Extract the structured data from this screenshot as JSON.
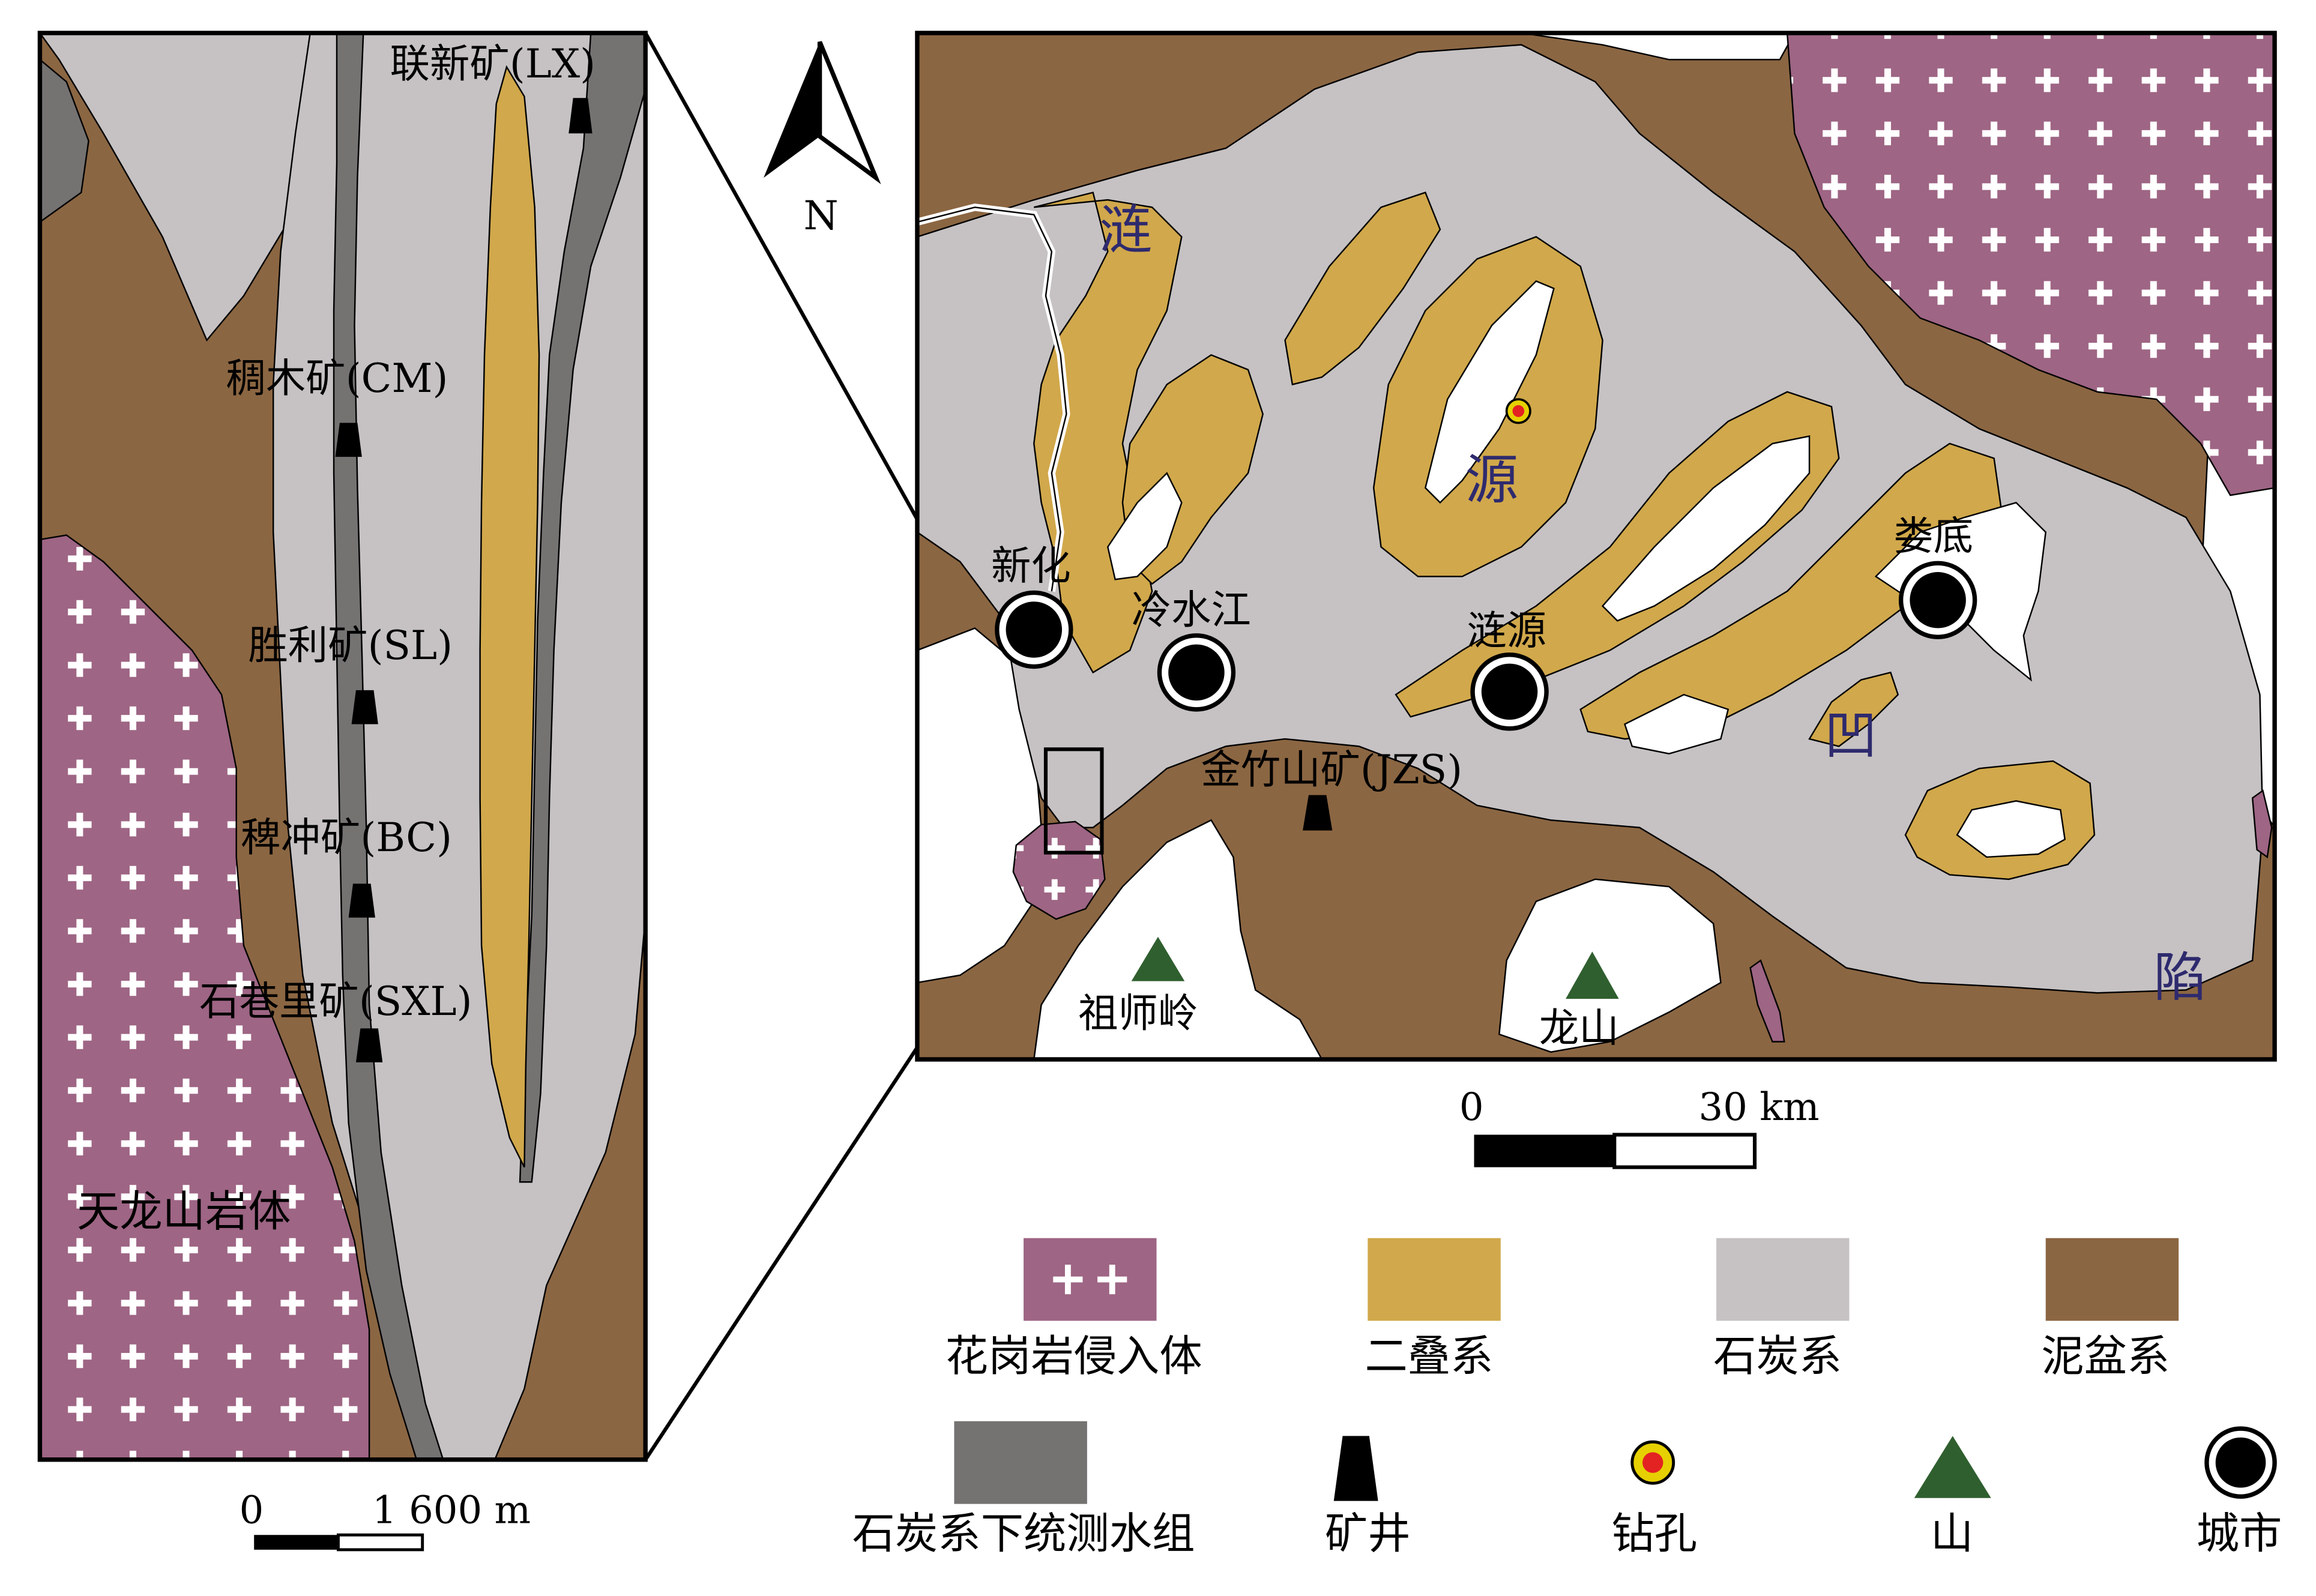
{
  "colors": {
    "granite": "#9e6584",
    "permian": "#d1a84b",
    "carboniferous": "#c6c2c3",
    "devonian": "#8b6642",
    "ceshui": "#757272",
    "quaternary": "#ffffff",
    "outline": "#000000",
    "basin_label": "#2e2a6e",
    "drill_ring": "#e6d000",
    "drill_center": "#e32222",
    "mountain": "#2f5f2f"
  },
  "detail_map": {
    "mines": [
      {
        "label": "联新矿(LX)"
      },
      {
        "label": "稠木矿(CM)"
      },
      {
        "label": "胜利矿(SL)"
      },
      {
        "label": "稗冲矿(BC)"
      },
      {
        "label": "石巷里矿(SXL)"
      }
    ],
    "pluton_label": "天龙山岩体",
    "scale": {
      "start": "0",
      "end": "1 600 m"
    }
  },
  "regional_map": {
    "north_label": "N",
    "basin_chars": [
      "涟",
      "源",
      "凹",
      "陷"
    ],
    "cities": [
      {
        "label": "新化"
      },
      {
        "label": "冷水江"
      },
      {
        "label": "涟源"
      },
      {
        "label": "娄底"
      }
    ],
    "mine": {
      "label": "金竹山矿(JZS)"
    },
    "mountains": [
      {
        "label": "祖师岭"
      },
      {
        "label": "龙山"
      }
    ],
    "scale": {
      "start": "0",
      "end": "30 km"
    }
  },
  "legend": [
    {
      "key": "granite",
      "label": "花岗岩侵入体",
      "icon": "granite-pattern"
    },
    {
      "key": "permian",
      "label": "二叠系",
      "icon": "color-swatch"
    },
    {
      "key": "carboniferous",
      "label": "石炭系",
      "icon": "color-swatch"
    },
    {
      "key": "devonian",
      "label": "泥盆系",
      "icon": "color-swatch"
    },
    {
      "key": "ceshui",
      "label": "石炭系下统测水组",
      "icon": "color-swatch"
    },
    {
      "key": "mine",
      "label": "矿井",
      "icon": "mine-shaft-icon"
    },
    {
      "key": "drill",
      "label": "钻孔",
      "icon": "drill-hole-icon"
    },
    {
      "key": "mountain",
      "label": "山",
      "icon": "mountain-icon"
    },
    {
      "key": "city",
      "label": "城市",
      "icon": "city-icon"
    }
  ]
}
